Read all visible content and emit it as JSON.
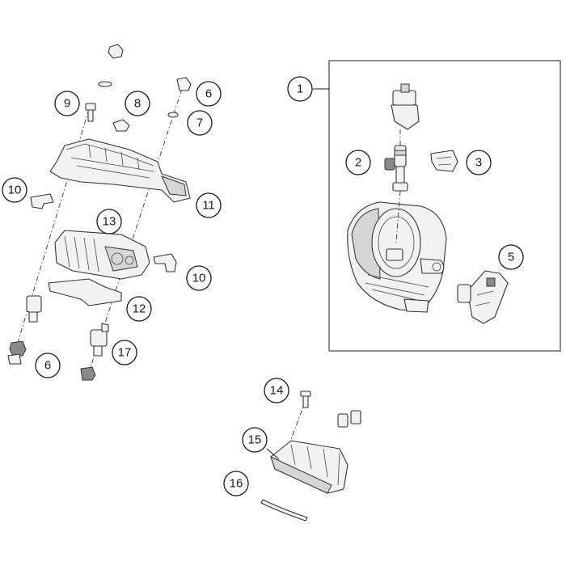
{
  "diagram": {
    "callouts": [
      {
        "id": "c1",
        "label": "1"
      },
      {
        "id": "c2",
        "label": "2"
      },
      {
        "id": "c3",
        "label": "3"
      },
      {
        "id": "c5",
        "label": "5"
      },
      {
        "id": "c6a",
        "label": "6"
      },
      {
        "id": "c6b",
        "label": "6"
      },
      {
        "id": "c7",
        "label": "7"
      },
      {
        "id": "c8",
        "label": "8"
      },
      {
        "id": "c9",
        "label": "9"
      },
      {
        "id": "c10a",
        "label": "10"
      },
      {
        "id": "c10b",
        "label": "10"
      },
      {
        "id": "c11",
        "label": "11"
      },
      {
        "id": "c12",
        "label": "12"
      },
      {
        "id": "c13",
        "label": "13"
      },
      {
        "id": "c14",
        "label": "14"
      },
      {
        "id": "c15",
        "label": "15"
      },
      {
        "id": "c16",
        "label": "16"
      },
      {
        "id": "c17",
        "label": "17"
      }
    ]
  }
}
